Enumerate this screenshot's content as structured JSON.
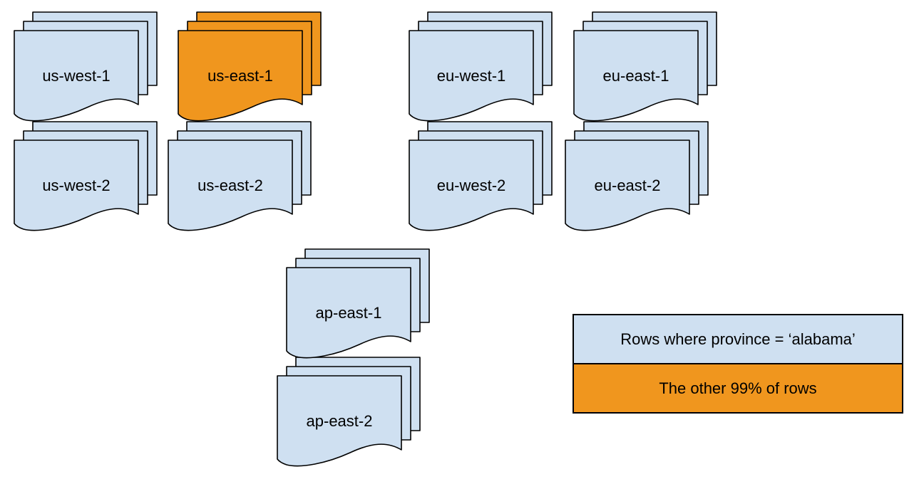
{
  "colors": {
    "region_fill": "#cfe0f1",
    "highlight_fill": "#f0961e",
    "stroke": "#000000"
  },
  "stacks": [
    {
      "label": "us-west-1",
      "color": "#cfe0f1"
    },
    {
      "label": "us-east-1",
      "color": "#f0961e"
    },
    {
      "label": "eu-west-1",
      "color": "#cfe0f1"
    },
    {
      "label": "eu-east-1",
      "color": "#cfe0f1"
    },
    {
      "label": "us-west-2",
      "color": "#cfe0f1"
    },
    {
      "label": "us-east-2",
      "color": "#cfe0f1"
    },
    {
      "label": "eu-west-2",
      "color": "#cfe0f1"
    },
    {
      "label": "eu-east-2",
      "color": "#cfe0f1"
    },
    {
      "label": "ap-east-1",
      "color": "#cfe0f1"
    },
    {
      "label": "ap-east-2",
      "color": "#cfe0f1"
    }
  ],
  "legend": {
    "items": [
      {
        "label": "Rows where province = ‘alabama’",
        "color": "#cfe0f1"
      },
      {
        "label": "The other 99% of rows",
        "color": "#f0961e"
      }
    ]
  }
}
